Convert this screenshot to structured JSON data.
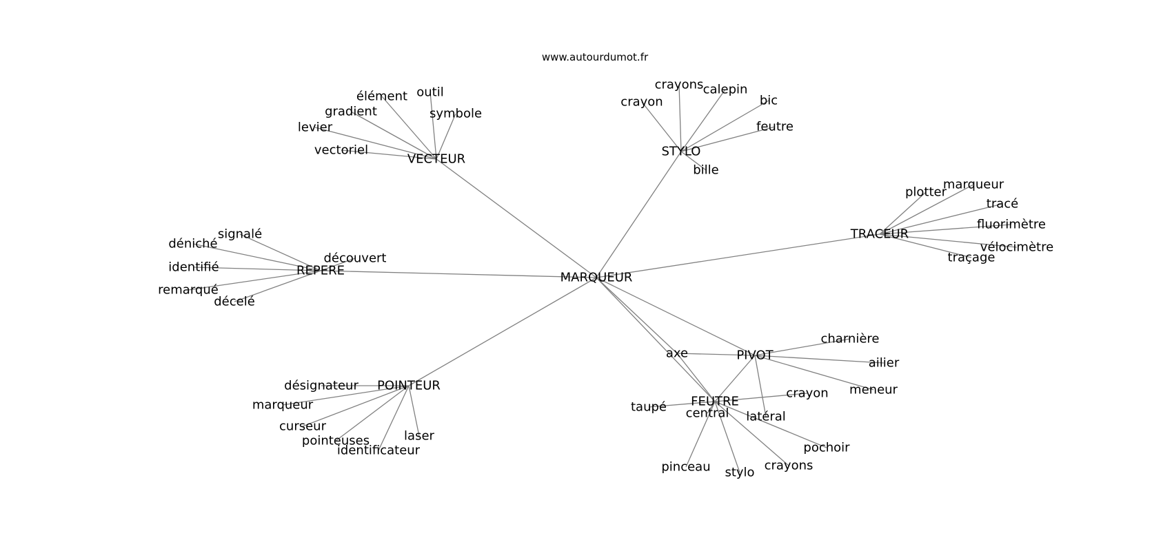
{
  "site_label": "www.autourdumot.fr",
  "center": "MARQUEUR",
  "edge_color": "#808080",
  "groups": [
    {
      "hub": "VECTEUR",
      "words": [
        "vectoriel",
        "levier",
        "gradient",
        "élément",
        "outil",
        "symbole"
      ]
    },
    {
      "hub": "STYLO",
      "words": [
        "crayon",
        "crayons",
        "calepin",
        "bic",
        "feutre",
        "bille"
      ]
    },
    {
      "hub": "TRACEUR",
      "words": [
        "plotter",
        "marqueur",
        "tracé",
        "fluorimètre",
        "vélocimètre",
        "traçage"
      ]
    },
    {
      "hub": "REPERE",
      "words": [
        "signalé",
        "déniché",
        "découvert",
        "identifié",
        "remarqué",
        "décelé"
      ]
    },
    {
      "hub": "POINTEUR",
      "words": [
        "désignateur",
        "marqueur",
        "curseur",
        "pointeuses",
        "identificateur",
        "laser"
      ]
    },
    {
      "hub": "PIVOT",
      "words": [
        "axe",
        "charnière",
        "ailier",
        "meneur",
        "latéral"
      ]
    },
    {
      "hub": "FEUTRE",
      "words": [
        "taupé",
        "central",
        "crayon",
        "pochoir",
        "crayons",
        "stylo",
        "pinceau"
      ]
    }
  ],
  "cross_links": [
    {
      "from": "FEUTRE",
      "to": "axe"
    },
    {
      "from": "FEUTRE",
      "to": "PIVOT"
    },
    {
      "from": "MARQUEUR",
      "to": "axe"
    }
  ]
}
